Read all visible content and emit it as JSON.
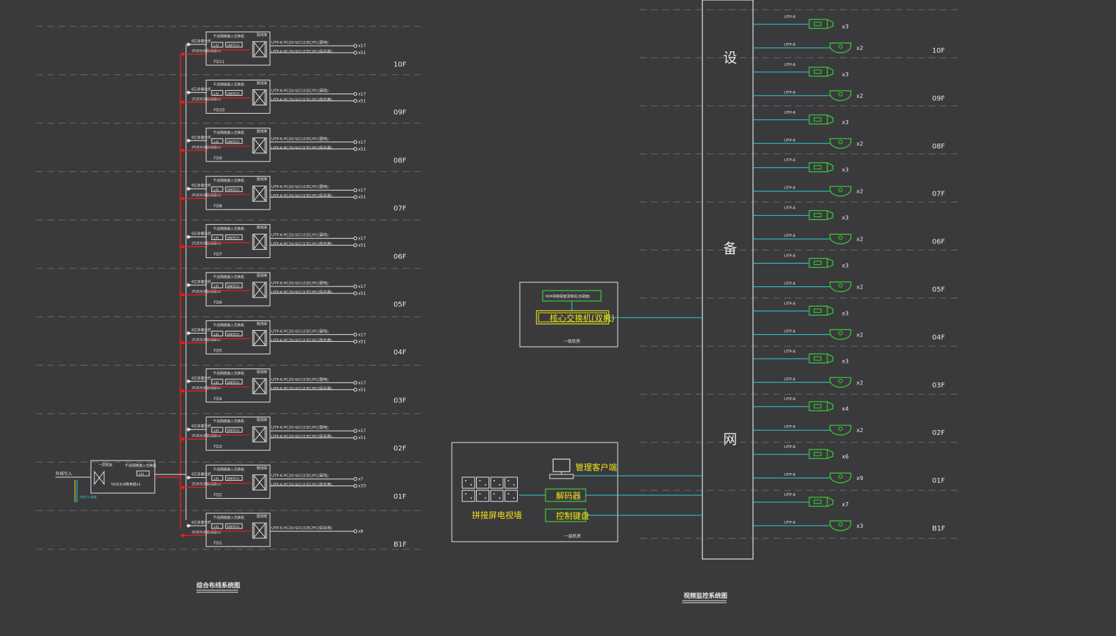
{
  "colors": {
    "background": "#3a3a3c",
    "line_white": "#e8e8e8",
    "riser_red": "#e8201a",
    "link_cyan": "#2fd3d6",
    "camera_green": "#3ad23a",
    "label_yellow": "#f0e616",
    "dashed_grey": "#6a6a6a"
  },
  "floors": [
    "10F",
    "09F",
    "08F",
    "07F",
    "06F",
    "05F",
    "04F",
    "03F",
    "02F",
    "01F",
    "B1F"
  ],
  "cabling": {
    "title": "综合布线系统图",
    "cabinets": [
      {
        "id": "FD11",
        "up_count": "x17",
        "down_count": "x51",
        "up_cable": "UTP-6 PC20-SCC/CEC/FC(弱电)",
        "down_cable": "UTP-6 PC20-SCC/CEC/FC(综合用)"
      },
      {
        "id": "FD10",
        "up_count": "x17",
        "down_count": "x51",
        "up_cable": "UTP-6 PC20-SCC/CEC/FC(弱电)",
        "down_cable": "UTP-6 PC20-SCC/CEC/FC(综合用)"
      },
      {
        "id": "FD9",
        "up_count": "x17",
        "down_count": "x51",
        "up_cable": "UTP-6 PC20-SCC/CEC/FC(弱电)",
        "down_cable": "UTP-6 PC20-SCC/CEC/FC(综合用)"
      },
      {
        "id": "FD8",
        "up_count": "x17",
        "down_count": "x51",
        "up_cable": "UTP-6 PC20-SCC/CEC/FC(弱电)",
        "down_cable": "UTP-6 PC20-SCC/CEC/FC(综合用)"
      },
      {
        "id": "FD7",
        "up_count": "x17",
        "down_count": "x51",
        "up_cable": "UTP-6 PC20-SCC/CEC/FC(弱电)",
        "down_cable": "UTP-6 PC20-SCC/CEC/FC(综合用)"
      },
      {
        "id": "FD6",
        "up_count": "x17",
        "down_count": "x51",
        "up_cable": "UTP-6 PC20-SCC/CEC/FC(弱电)",
        "down_cable": "UTP-6 PC20-SCC/CEC/FC(综合用)"
      },
      {
        "id": "FD5",
        "up_count": "x17",
        "down_count": "x51",
        "up_cable": "UTP-6 PC20-SCC/CEC/FC(弱电)",
        "down_cable": "UTP-6 PC20-SCC/CEC/FC(综合用)"
      },
      {
        "id": "FD4",
        "up_count": "x17",
        "down_count": "x51",
        "up_cable": "UTP-6 PC20-SCC/CEC/FC(弱电)",
        "down_cable": "UTP-6 PC20-SCC/CEC/FC(综合用)"
      },
      {
        "id": "FD3",
        "up_count": "x17",
        "down_count": "x51",
        "up_cable": "UTP-6 PC20-SCC/CEC/FC(弱电)",
        "down_cable": "UTP-6 PC20-SCC/CEC/FC(综合用)"
      },
      {
        "id": "FD2",
        "up_count": "x7",
        "down_count": "x33",
        "up_cable": "UTP-6 PC20-SCC/CEC/FC(弱电)",
        "down_cable": "UTP-6 PC20-SCC/CEC/FC(综合用)"
      },
      {
        "id": "FD1",
        "up_count": "",
        "down_count": "x8",
        "up_cable": "",
        "down_cable": "UTP-6 PC20-SCC/CEC/FC(综合用)"
      }
    ],
    "panel_label": "千兆网络接入交换机",
    "rack_label": "配线架",
    "liu_label": "LIU",
    "switch_label": "SWITCH",
    "fiber_label": "6芯多模光纤",
    "utp_label": "25对大对数线缆x1",
    "incoming_label": "外线引入",
    "incoming_note": "外线引入管道",
    "bd_top_label": "一层机房",
    "bd_fiber_note": "50对大对数电缆x1"
  },
  "cctv": {
    "title": "视频监控系统图",
    "backbone_chars": [
      "设",
      "备",
      "网"
    ],
    "floor_cameras": [
      {
        "box_count": "x3",
        "dome_count": "x2"
      },
      {
        "box_count": "x3",
        "dome_count": "x2"
      },
      {
        "box_count": "x3",
        "dome_count": "x2"
      },
      {
        "box_count": "x3",
        "dome_count": "x2"
      },
      {
        "box_count": "x3",
        "dome_count": "x2"
      },
      {
        "box_count": "x3",
        "dome_count": "x2"
      },
      {
        "box_count": "x3",
        "dome_count": "x2"
      },
      {
        "box_count": "x3",
        "dome_count": "x2"
      },
      {
        "box_count": "x4",
        "dome_count": "x2"
      },
      {
        "box_count": "x6",
        "dome_count": "x9"
      },
      {
        "box_count": "x7",
        "dome_count": "x3"
      }
    ],
    "cable_label": "UTP-6",
    "core_switch": "核心交换机(双机)",
    "nvr": "NVR网络硬盘录像机(含硬盘)",
    "room1": "一层机房",
    "room2": "一层机房",
    "client": "管理客户端",
    "decoder": "解码器",
    "keyboard": "控制键盘",
    "video_wall": "拼接屏电视墙"
  }
}
